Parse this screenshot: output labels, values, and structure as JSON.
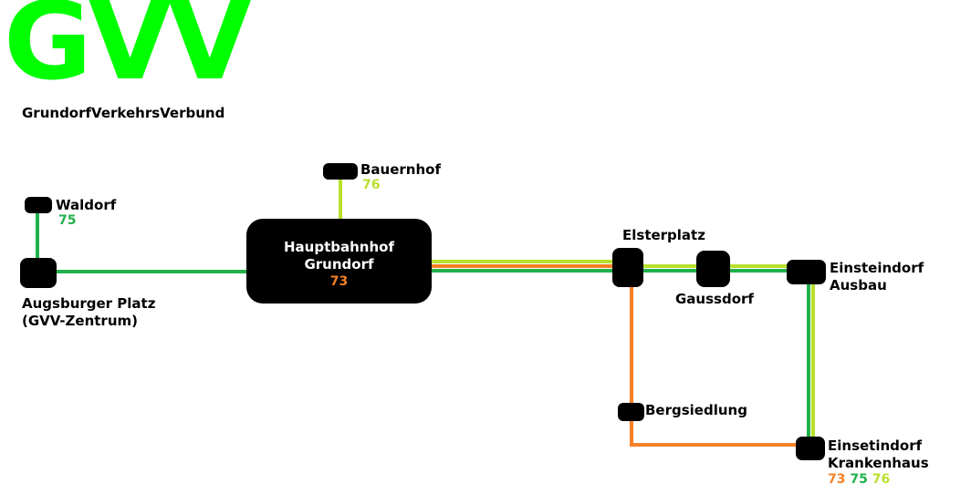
{
  "logo": {
    "text": "GVV",
    "color": "#00ff00"
  },
  "subtitle": "GrundorfVerkehrsVerbund",
  "colors": {
    "line73": "#f58025",
    "line75": "#22b04b",
    "line76": "#b8e02c",
    "station": "#000000"
  },
  "stations": {
    "waldorf": {
      "name": "Waldorf",
      "lines": "75"
    },
    "bauernhof": {
      "name": "Bauernhof",
      "lines": "76"
    },
    "augsburger": {
      "name_line1": "Augsburger Platz",
      "name_line2": "(GVV-Zentrum)"
    },
    "hauptbahnhof": {
      "name_line1": "Hauptbahnhof",
      "name_line2": "Grundorf",
      "lines": "73"
    },
    "elsterplatz": {
      "name": "Elsterplatz"
    },
    "gaussdorf": {
      "name": "Gaussdorf"
    },
    "einsteindorf_ausbau": {
      "name_line1": "Einsteindorf",
      "name_line2": "Ausbau"
    },
    "bergsiedlung": {
      "name": "Bergsiedlung"
    },
    "krankenhaus": {
      "name_line1": "Einsetindorf",
      "name_line2": "Krankenhaus",
      "line_a": "73",
      "line_b": "75",
      "line_c": "76"
    }
  }
}
